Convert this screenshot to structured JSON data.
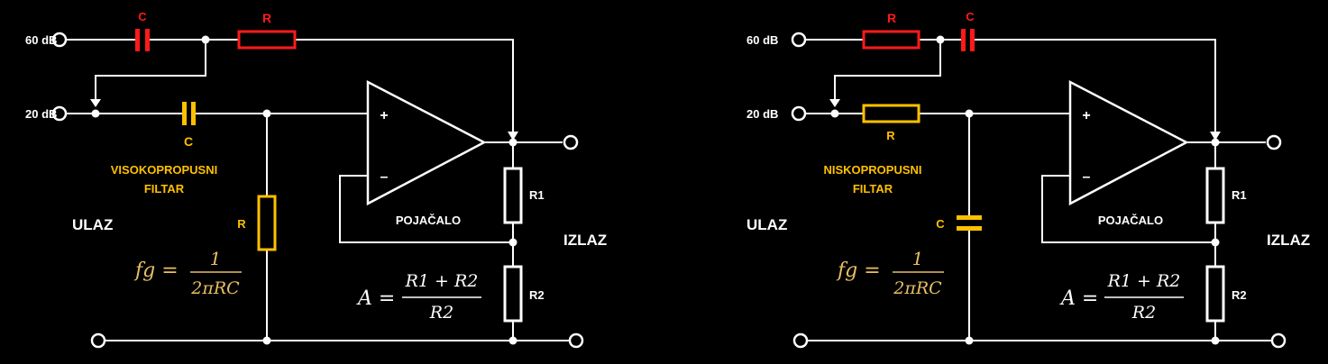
{
  "colors": {
    "background": "#000000",
    "wire": "#ffffff",
    "feedback_part": "#ff1a1a",
    "filter_part": "#ffc000"
  },
  "left": {
    "in_60": "60 dB",
    "in_20": "20 dB",
    "fb_cap": "C",
    "fb_res": "R",
    "filter_cap": "C",
    "filter_title_1": "VISOKOPROPUSNI",
    "filter_title_2": "FILTAR",
    "filter_res": "R",
    "input": "ULAZ",
    "amp": "POJAČALO",
    "output": "IZLAZ",
    "r1": "R1",
    "r2": "R2",
    "plus": "+",
    "minus": "–",
    "fg_lhs": "fg =",
    "fg_num": "1",
    "fg_den": "2πRC",
    "a_lhs": "A =",
    "a_num": "R1 + R2",
    "a_den": "R2"
  },
  "right": {
    "in_60": "60 dB",
    "in_20": "20 dB",
    "fb_res": "R",
    "fb_cap": "C",
    "filter_res": "R",
    "filter_title_1": "NISKOPROPUSNI",
    "filter_title_2": "FILTAR",
    "filter_cap": "C",
    "input": "ULAZ",
    "amp": "POJAČALO",
    "output": "IZLAZ",
    "r1": "R1",
    "r2": "R2",
    "plus": "+",
    "minus": "–",
    "fg_lhs": "fg =",
    "fg_num": "1",
    "fg_den": "2πRC",
    "a_lhs": "A =",
    "a_num": "R1 + R2",
    "a_den": "R2"
  }
}
